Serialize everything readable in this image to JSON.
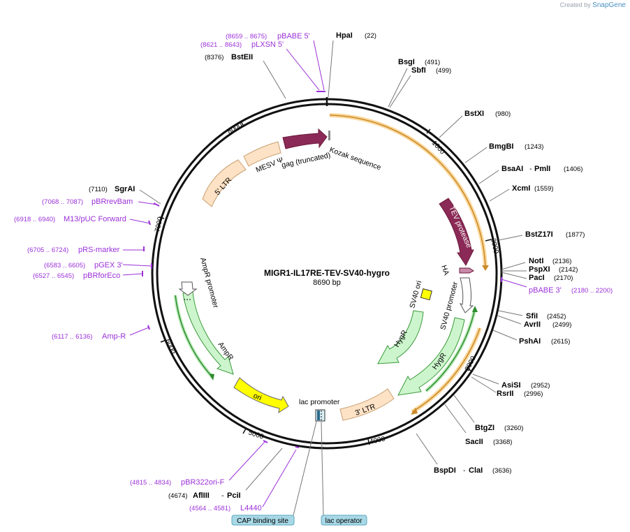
{
  "header": {
    "credit_prefix": "Created by",
    "credit_brand": "SnapGene"
  },
  "center": {
    "name": "MIGR1-IL17RE-TEV-SV40-hygro",
    "length": "8690 bp"
  },
  "ticks": [
    "1000",
    "2000",
    "3000",
    "4000",
    "5000",
    "6000",
    "7000",
    "8000"
  ],
  "sites": [
    {
      "name": "HpaI",
      "coord": "(22)"
    },
    {
      "name": "BsgI",
      "coord": "(491)"
    },
    {
      "name": "SbfI",
      "coord": "(499)"
    },
    {
      "name": "BstXI",
      "coord": "(980)"
    },
    {
      "name": "BmgBI",
      "coord": "(1243)"
    },
    {
      "name": "BsaAI",
      "coord": "(1406)"
    },
    {
      "name": "PmlI",
      "coord": ""
    },
    {
      "name": "XcmI",
      "coord": "(1559)"
    },
    {
      "name": "BstZ17I",
      "coord": "(1877)"
    },
    {
      "name": "NotI",
      "coord": "(2136)"
    },
    {
      "name": "PspXI",
      "coord": "(2142)"
    },
    {
      "name": "PacI",
      "coord": "(2170)"
    },
    {
      "name": "SfiI",
      "coord": "(2452)"
    },
    {
      "name": "AvrII",
      "coord": "(2499)"
    },
    {
      "name": "PshAI",
      "coord": "(2615)"
    },
    {
      "name": "AsiSI",
      "coord": "(2952)"
    },
    {
      "name": "RsrII",
      "coord": "(2996)"
    },
    {
      "name": "BtgZI",
      "coord": "(3260)"
    },
    {
      "name": "SacII",
      "coord": "(3368)"
    },
    {
      "name": "BspDI",
      "coord": "(3636)"
    },
    {
      "name": "ClaI",
      "coord": ""
    },
    {
      "name": "AflIII",
      "coord": "(4674)"
    },
    {
      "name": "PciI",
      "coord": ""
    },
    {
      "name": "SgrAI",
      "coord": "(7110)"
    },
    {
      "name": "BstEII",
      "coord": "(8376)"
    }
  ],
  "primers": [
    {
      "name": "pBABE 5'",
      "coord": "(8659 .. 8675)"
    },
    {
      "name": "pLXSN 5'",
      "coord": "(8621 .. 8643)"
    },
    {
      "name": "pBRrevBam",
      "coord": "(7068 .. 7087)"
    },
    {
      "name": "M13/pUC Forward",
      "coord": "(6918 .. 6940)"
    },
    {
      "name": "pRS-marker",
      "coord": "(6705 .. 6724)"
    },
    {
      "name": "pGEX 3'",
      "coord": "(6583 .. 6605)"
    },
    {
      "name": "pBRforEco",
      "coord": "(6527 .. 6545)"
    },
    {
      "name": "Amp-R",
      "coord": "(6117 .. 6136)"
    },
    {
      "name": "pBABE 3'",
      "coord": "(2180 .. 2200)"
    },
    {
      "name": "pBR322ori-F",
      "coord": "(4815 .. 4834)"
    },
    {
      "name": "L4440",
      "coord": "(4564 .. 4581)"
    }
  ],
  "features": [
    {
      "name": "5' LTR"
    },
    {
      "name": "MESV Ψ"
    },
    {
      "name": "gag (truncated)"
    },
    {
      "name": "Kozak sequence"
    },
    {
      "name": "TEV protease"
    },
    {
      "name": "HA"
    },
    {
      "name": "SV40 ori"
    },
    {
      "name": "SV40 promoter"
    },
    {
      "name": "HygR"
    },
    {
      "name": "HygR"
    },
    {
      "name": "3' LTR"
    },
    {
      "name": "lac promoter"
    },
    {
      "name": "ori"
    },
    {
      "name": "AmpR"
    },
    {
      "name": "AmpR promoter"
    }
  ],
  "tags": [
    {
      "name": "CAP binding site"
    },
    {
      "name": "lac operator"
    }
  ],
  "colors": {
    "backbone": "#111111",
    "site_line": "#777777",
    "primer": "#9b30d9",
    "ltr_fill": "#fde2c6",
    "gag_fill": "#8b2a56",
    "amp_fill": "#cdf5cd",
    "hyg_fill": "#cdf5cd",
    "ori_fill": "#ffff00",
    "sv40ori_fill": "#ffff00",
    "orf_orange": "#f5a020",
    "orf_green": "#2e8b2e",
    "tag_fill": "#a8d8e6",
    "tag_border": "#5aa8c0"
  }
}
